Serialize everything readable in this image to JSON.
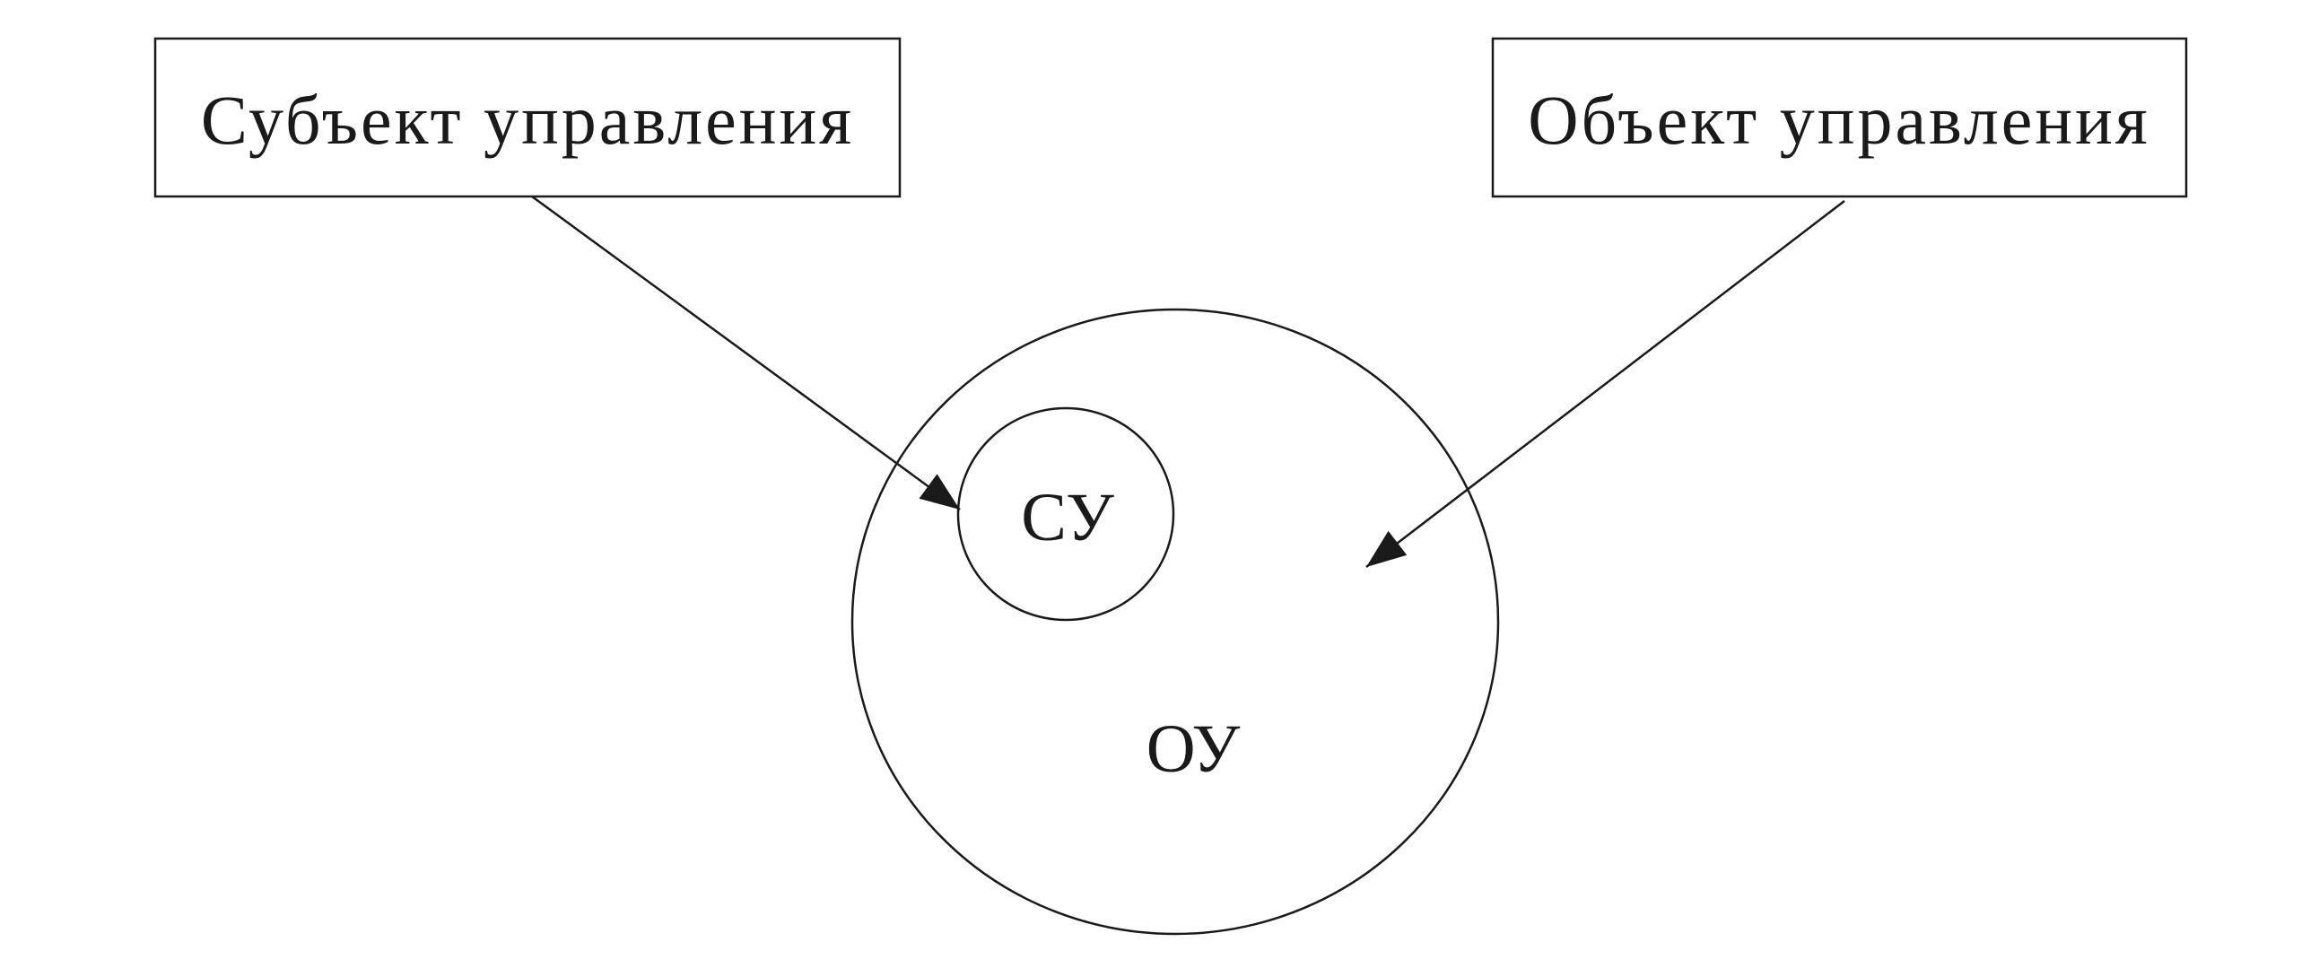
{
  "diagram": {
    "subject_box_label": "Субъект управления",
    "object_box_label": "Объект управления",
    "inner_circle_label": "СУ",
    "outer_circle_label": "ОУ"
  },
  "colors": {
    "line": "#1a1a1a",
    "background": "#ffffff"
  }
}
